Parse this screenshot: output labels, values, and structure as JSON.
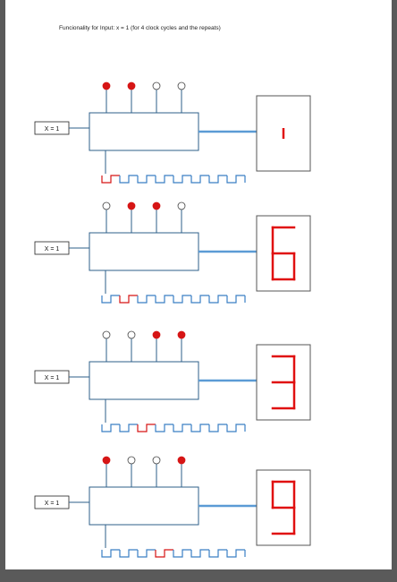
{
  "title": "Funcionality for Input: x = 1 (for 4 clock cycles and the repeats)",
  "colors": {
    "led_on": "#d61515",
    "led_off": "#ffffff",
    "wire": "#5b9bd5",
    "segment": "#e01010",
    "waveform": "#3a7fc4",
    "waveform_highlight": "#d61515",
    "box_border": "#2d5f8a"
  },
  "blocks": [
    {
      "input_label": "X = 1",
      "leds": [
        true,
        true,
        false,
        false
      ],
      "digit": "-",
      "active_cycle": 0
    },
    {
      "input_label": "X = 1",
      "leds": [
        false,
        true,
        true,
        false
      ],
      "digit": "6",
      "active_cycle": 1
    },
    {
      "input_label": "X = 1",
      "leds": [
        false,
        false,
        true,
        true
      ],
      "digit": "3",
      "active_cycle": 2
    },
    {
      "input_label": "X = 1",
      "leds": [
        true,
        false,
        false,
        true
      ],
      "digit": "9",
      "active_cycle": 3
    }
  ]
}
